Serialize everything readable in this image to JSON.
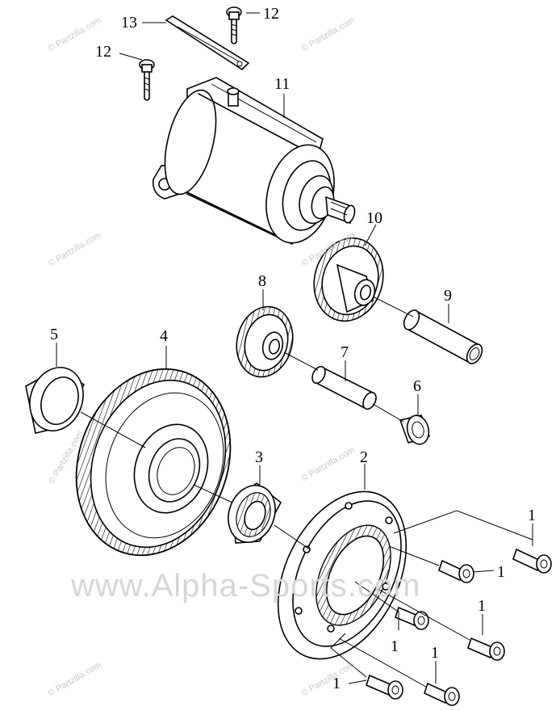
{
  "callouts": {
    "p1": "1",
    "p2": "2",
    "p3": "3",
    "p4": "4",
    "p5": "5",
    "p6": "6",
    "p7": "7",
    "p8": "8",
    "p9": "9",
    "p10": "10",
    "p11": "11",
    "p12": "12",
    "p13": "13"
  },
  "watermarks": {
    "small": "© Partzilla.com",
    "large": "www.Alpha-Sports.com"
  }
}
